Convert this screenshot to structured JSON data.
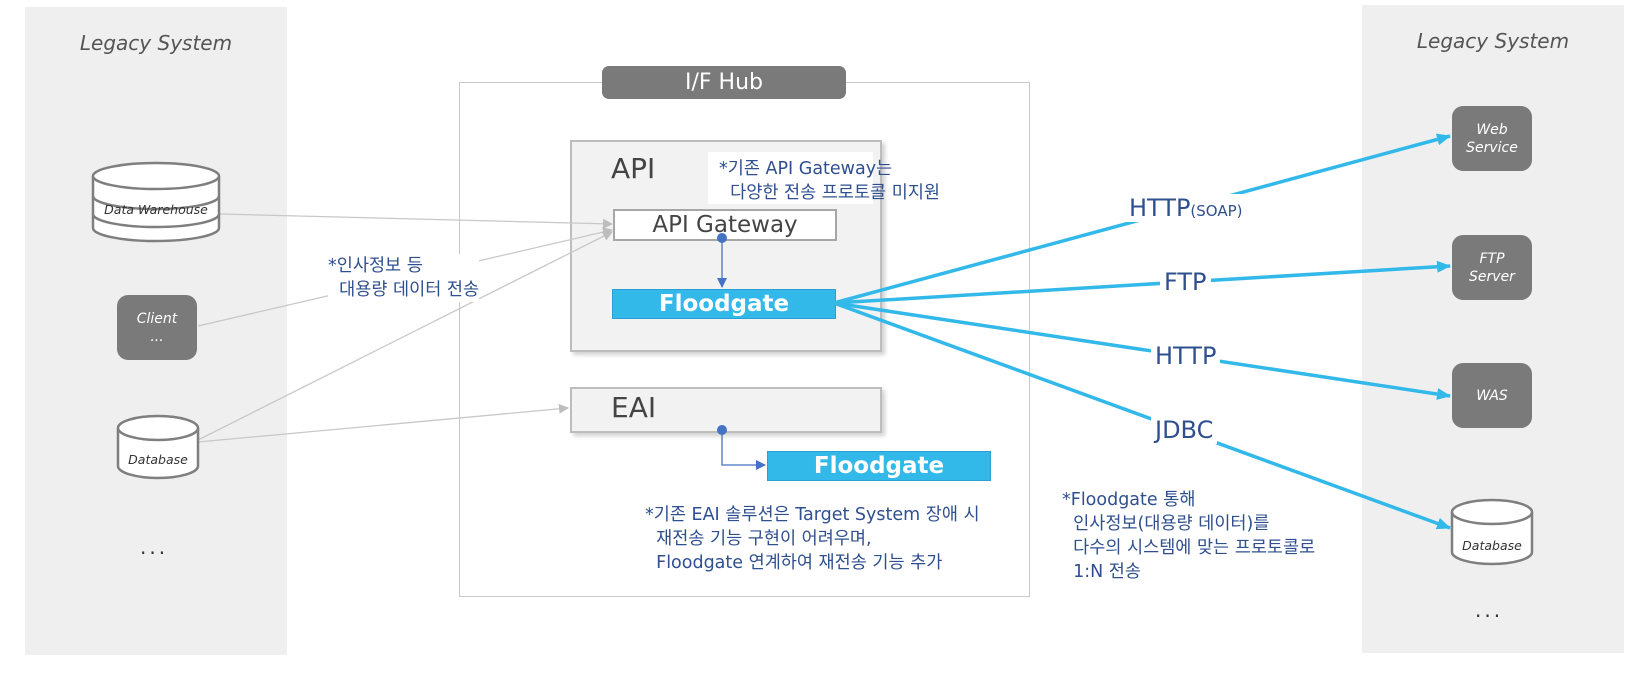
{
  "left_panel": {
    "title": "Legacy System",
    "more": "..."
  },
  "right_panel": {
    "title": "Legacy System",
    "more": "..."
  },
  "hub": {
    "title": "I/F Hub"
  },
  "api_box": {
    "title": "API",
    "gateway_label": "API Gateway",
    "floodgate_label": "Floodgate"
  },
  "eai_box": {
    "title": "EAI",
    "floodgate_label": "Floodgate"
  },
  "sources": {
    "data_warehouse": "Data Warehouse",
    "client_line1": "Client",
    "client_line2": "...",
    "database": "Database"
  },
  "targets": {
    "web_service_line1": "Web",
    "web_service_line2": "Service",
    "ftp_server_line1": "FTP",
    "ftp_server_line2": "Server",
    "was": "WAS",
    "database": "Database"
  },
  "protocols": {
    "http_soap_main": "HTTP",
    "http_soap_sub": "(SOAP)",
    "ftp": "FTP",
    "http": "HTTP",
    "jdbc": "JDBC"
  },
  "notes": {
    "bulk_transfer": "*인사정보 등\n  대용량 데이터 전송",
    "api_gateway": "*기존 API Gateway는\n  다양한 전송 프로토콜 미지원",
    "eai": "*기존 EAI 솔루션은 Target System 장애 시\n  재전송 기능 구현이 어려우며,\n  Floodgate 연계하여 재전송 기능 추가",
    "floodgate": "*Floodgate 통해\n  인사정보(대용량 데이터)를\n  다수의 시스템에 맞는 프로토콜로\n  1:N 전송"
  },
  "colors": {
    "accent": "#33b8ea",
    "panel": "#efefef",
    "node": "#7a7a7a",
    "note_text": "#2f4f8f"
  }
}
